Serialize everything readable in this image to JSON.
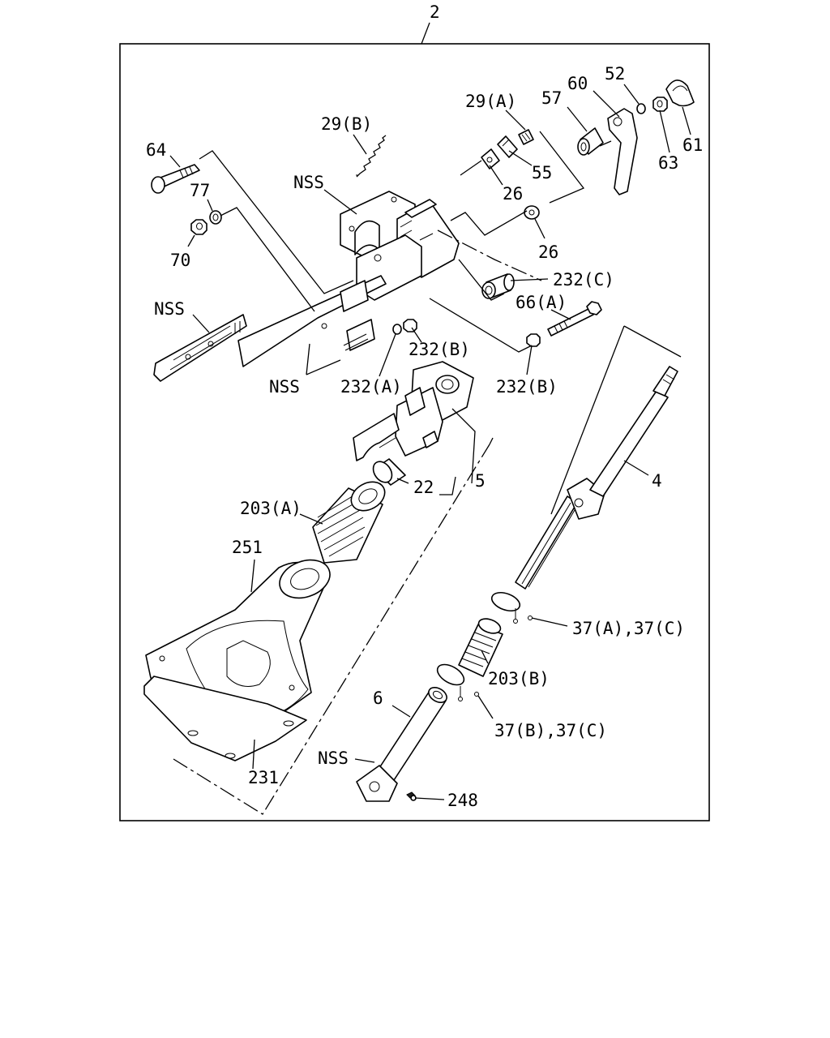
{
  "assembly_number": "2",
  "callouts": {
    "c64": "64",
    "c77": "77",
    "c70": "70",
    "c29b": "29(B)",
    "c29a": "29(A)",
    "c57": "57",
    "c60": "60",
    "c52": "52",
    "c61": "61",
    "c63": "63",
    "c55": "55",
    "c26a": "26",
    "c26b": "26",
    "nss_top": "NSS",
    "nss_left": "NSS",
    "nss_bottom": "NSS",
    "nss_lower": "NSS",
    "c232c": "232(C)",
    "c66a": "66(A)",
    "c232b_a": "232(B)",
    "c232a": "232(A)",
    "c232b_b": "232(B)",
    "c5": "5",
    "c22": "22",
    "c4": "4",
    "c203a": "203(A)",
    "c251": "251",
    "c37ac": "37(A),37(C)",
    "c203b": "203(B)",
    "c6": "6",
    "c37bc": "37(B),37(C)",
    "c231": "231",
    "c248": "248"
  }
}
